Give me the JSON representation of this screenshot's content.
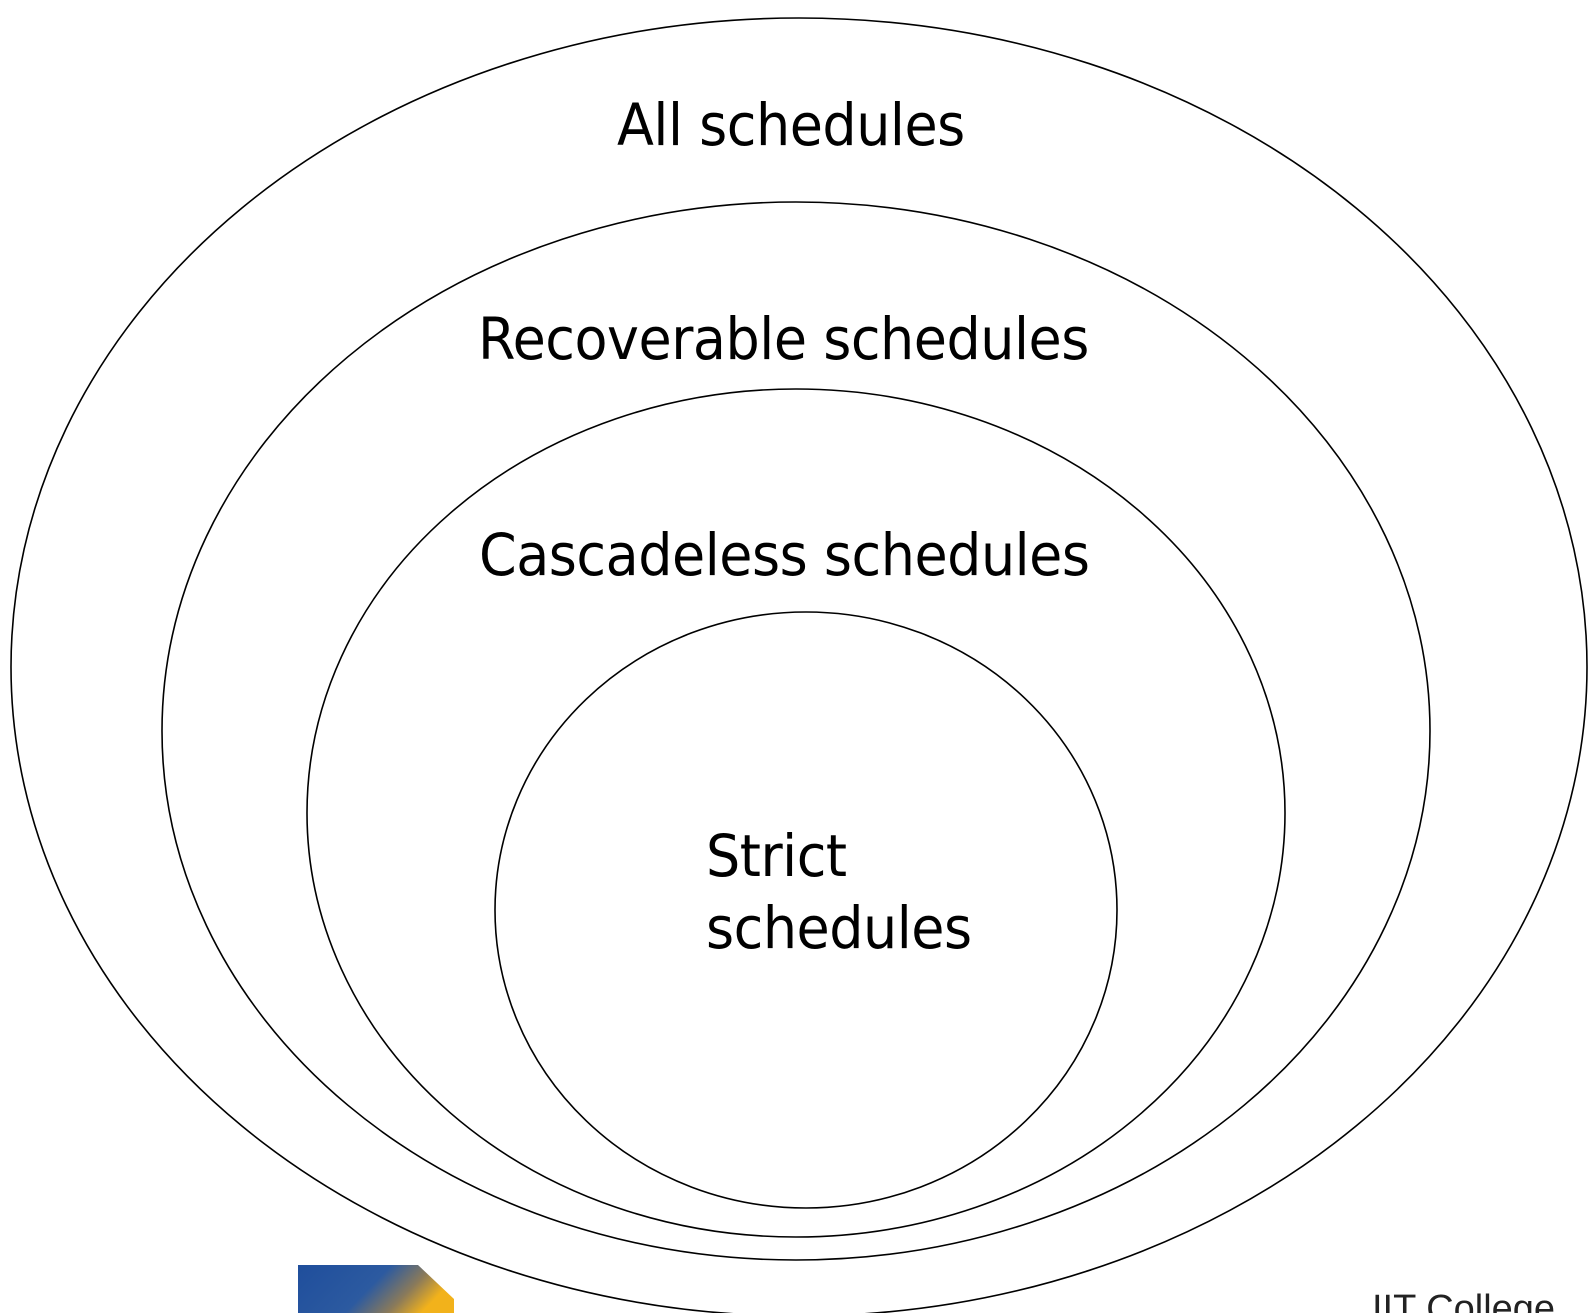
{
  "sets": [
    {
      "id": "all",
      "label": "All schedules"
    },
    {
      "id": "recoverable",
      "label": "Recoverable schedules"
    },
    {
      "id": "cascadeless",
      "label": "Cascadeless schedules"
    },
    {
      "id": "strict",
      "label_lines": [
        "Strict",
        "schedules"
      ]
    }
  ],
  "footer": {
    "text": "IIT College"
  },
  "colors": {
    "stroke": "#000000",
    "background": "#ffffff",
    "logo_blue": "#1f4e9c",
    "logo_gold": "#f2b21b"
  }
}
